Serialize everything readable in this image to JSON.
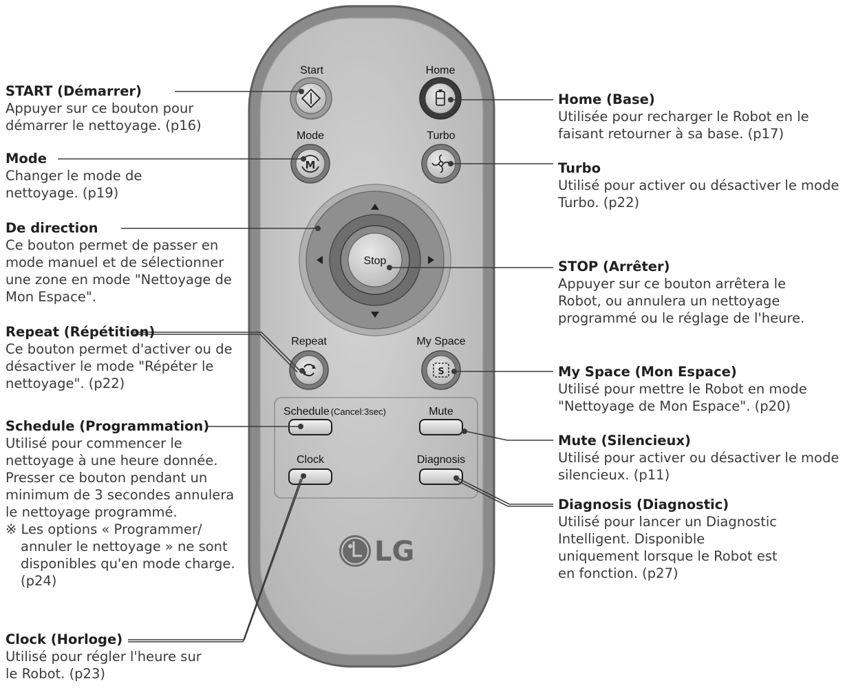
{
  "remote": {
    "buttons": {
      "start": "Start",
      "home": "Home",
      "mode": "Mode",
      "turbo": "Turbo",
      "stop": "Stop",
      "repeat": "Repeat",
      "my_space": "My Space",
      "schedule": "Schedule",
      "schedule_hint": "(Cancel:3sec)",
      "mute": "Mute",
      "clock": "Clock",
      "diagnosis": "Diagnosis"
    },
    "brand": "LG"
  },
  "callouts_left": {
    "start": {
      "title": "START (Démarrer)",
      "desc": "Appuyer sur ce bouton pour démarrer le nettoyage. (p16)"
    },
    "mode": {
      "title": "Mode",
      "desc": "Changer le mode de nettoyage. (p19)"
    },
    "direction": {
      "title": "De direction",
      "desc": "Ce bouton permet de passer en mode manuel et de sélectionner une zone en mode \"Nettoyage de Mon Espace\"."
    },
    "repeat": {
      "title": "Repeat (Répétition)",
      "desc": "Ce bouton permet d'activer ou de désactiver le mode \"Répéter le nettoyage\". (p22)"
    },
    "schedule": {
      "title": "Schedule (Programmation)",
      "desc": "Utilisé pour commencer le nettoyage à une heure donnée. Presser ce bouton pendant un minimum de 3 secondes annulera le nettoyage programmé.",
      "note": "※ Les options « Programmer/ annuler le nettoyage » ne sont disponibles qu'en mode charge. (p24)"
    },
    "clock": {
      "title": "Clock (Horloge)",
      "desc": "Utilisé pour régler l'heure sur le Robot. (p23)"
    }
  },
  "callouts_right": {
    "home": {
      "title": "Home (Base)",
      "desc": "Utilisée pour recharger le Robot en le faisant retourner à sa base. (p17)"
    },
    "turbo": {
      "title": "Turbo",
      "desc": "Utilisé pour activer ou désactiver le mode Turbo. (p22)"
    },
    "stop": {
      "title": "STOP (Arrêter)",
      "desc": "Appuyer sur ce bouton arrêtera le Robot, ou annulera un nettoyage programmé ou le réglage de l'heure."
    },
    "my_space": {
      "title": "My Space (Mon Espace)",
      "desc": "Utilisé pour mettre le Robot en mode \"Nettoyage de Mon Espace\". (p20)"
    },
    "mute": {
      "title": "Mute (Silencieux)",
      "desc": "Utilisé pour activer ou désactiver le mode silencieux. (p11)"
    },
    "diagnosis": {
      "title": "Diagnosis (Diagnostic)",
      "desc": "Utilisé pour lancer un Diagnostic Intelligent. Disponible uniquement lorsque le Robot est en fonction. (p27)"
    }
  },
  "colors": {
    "body": "#8f8f8f",
    "face": "#c6c6c6",
    "leader": "#3a3a3a"
  }
}
